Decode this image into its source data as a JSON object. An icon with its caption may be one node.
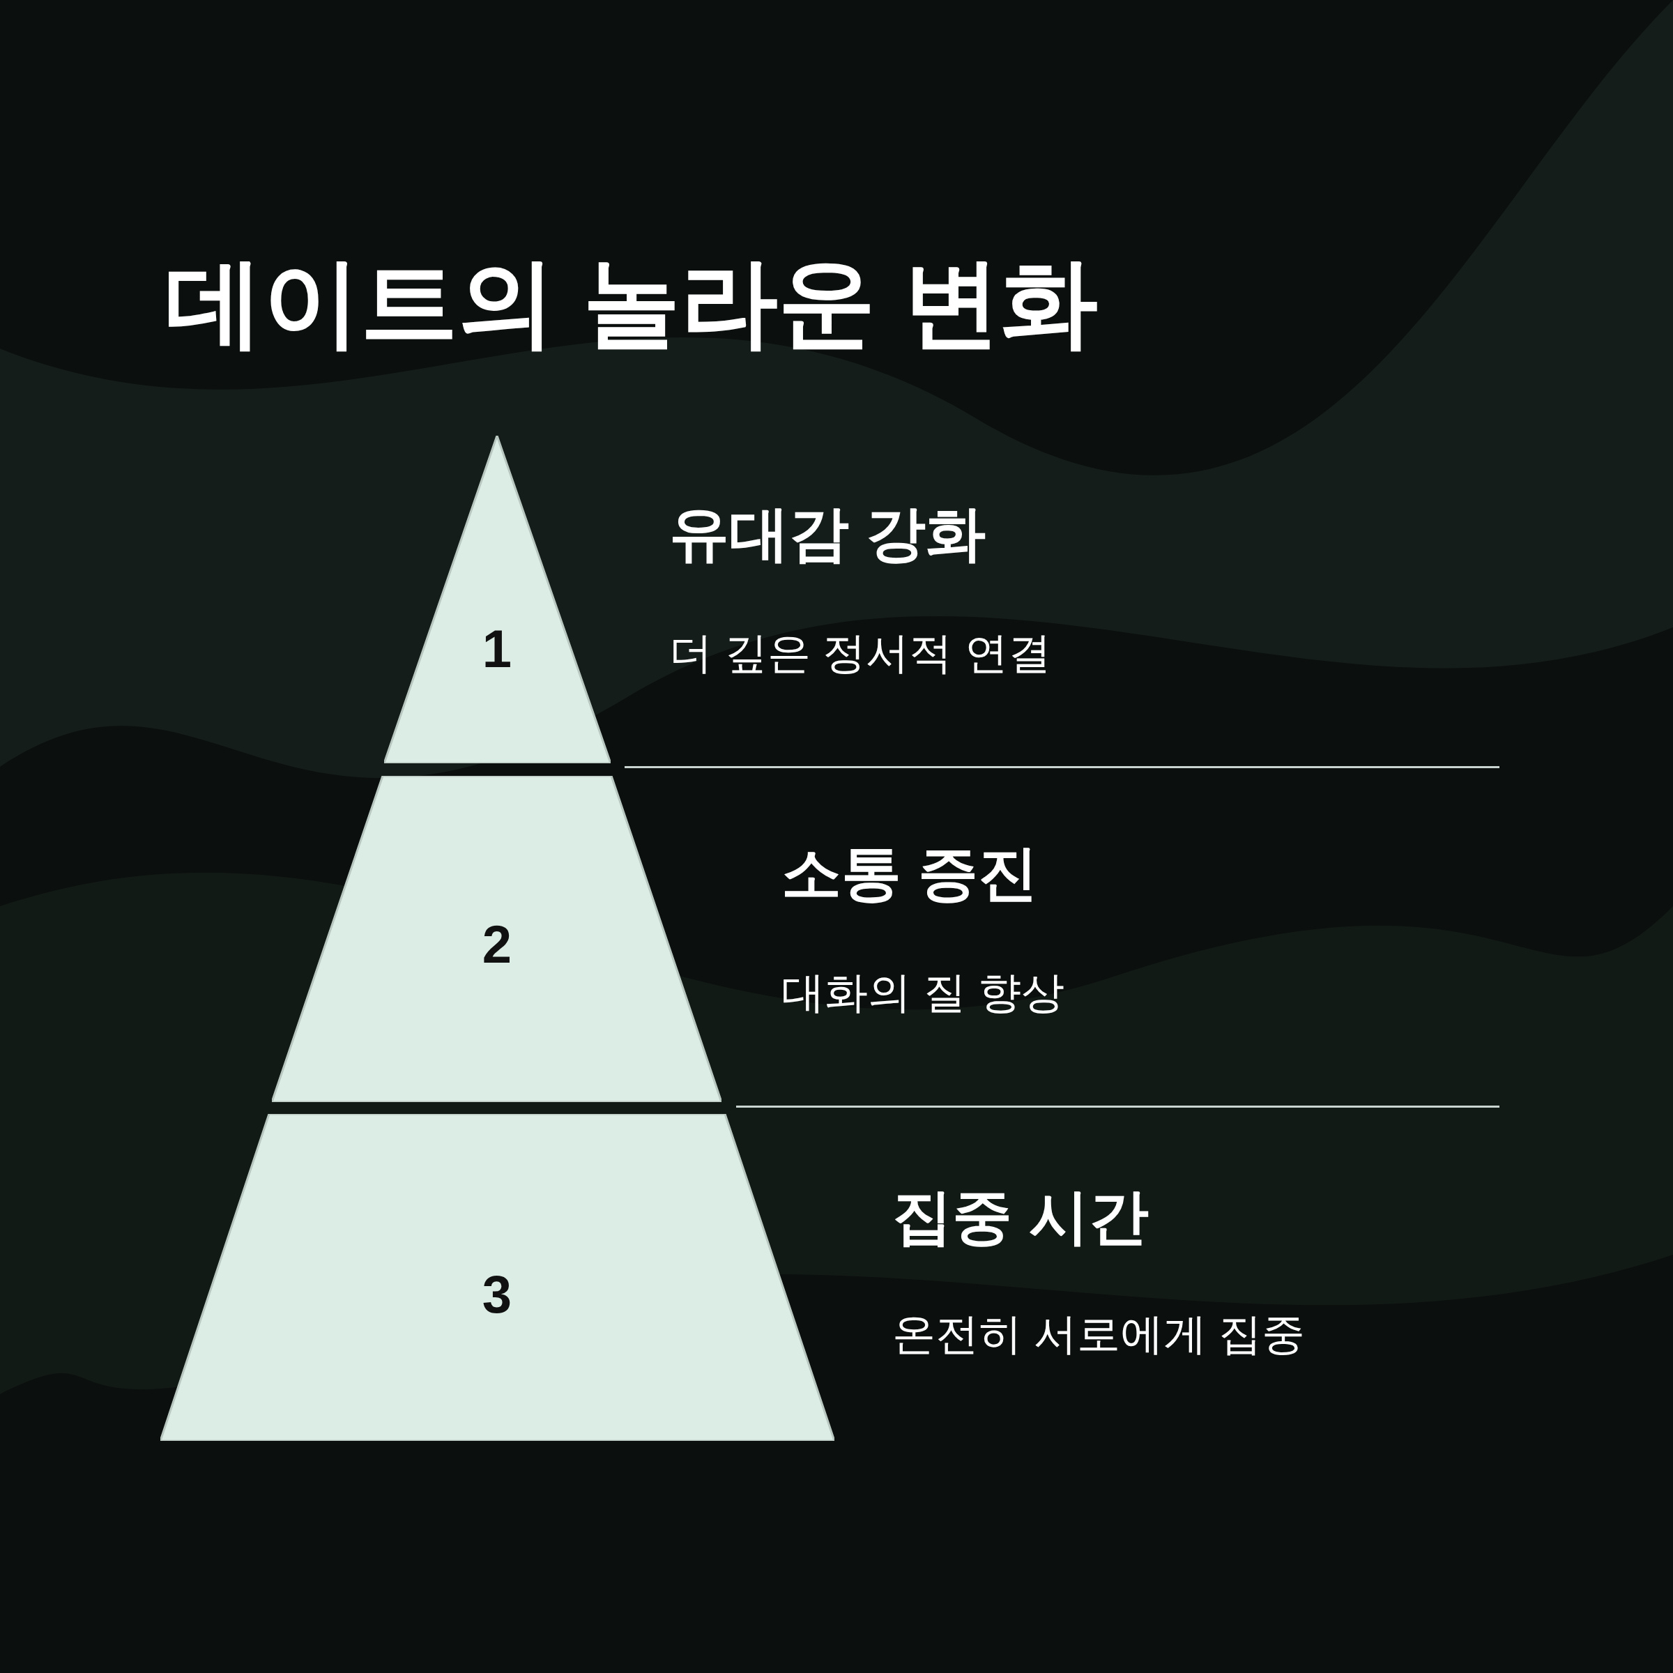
{
  "diagram": {
    "title": "데이트의 놀라운 변화",
    "nodes": [
      {
        "text": [
          "1"
        ],
        "beside": [
          "유대감 강화",
          "더 깊은 정서적 연결"
        ]
      },
      {
        "text": [
          "2"
        ],
        "beside": [
          "소통 증진",
          "대화의 질 향상"
        ]
      },
      {
        "text": [
          "3"
        ],
        "beside": [
          "집중 시간",
          "온전히 서로에게 집중"
        ]
      }
    ],
    "edges": []
  }
}
